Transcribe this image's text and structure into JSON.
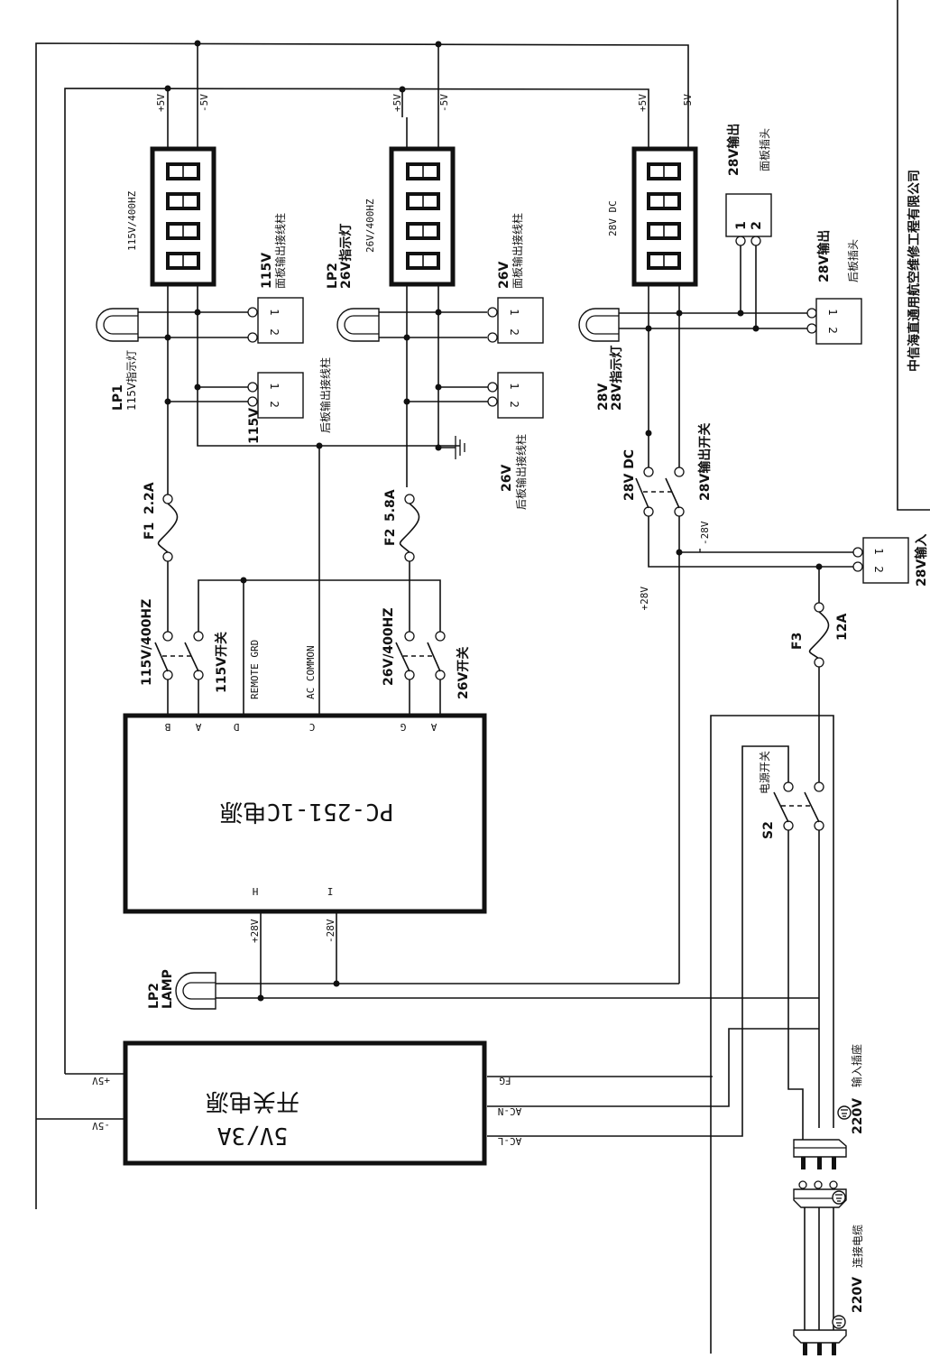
{
  "title_block": {
    "company": "中信海直通用航空维修工程有限公司"
  },
  "meters": [
    {
      "id": "meter-115v",
      "label": "115V/400HZ",
      "plus": "+5V",
      "minus": "-5V"
    },
    {
      "id": "meter-26v",
      "label": "26V/400HZ",
      "plus": "+5V",
      "minus": "-5V"
    },
    {
      "id": "meter-28v",
      "label": "28V DC",
      "plus": "+5V",
      "minus": "-5V"
    }
  ],
  "lamps": {
    "lp1": {
      "ref": "LP1",
      "desc": "115V指示灯"
    },
    "lp2_26": {
      "ref": "LP2",
      "desc": "26V指示灯"
    },
    "lp28": {
      "ref": "28V",
      "desc": "28V指示灯"
    },
    "lp2_lamp": {
      "ref": "LP2",
      "desc": "LAMP"
    }
  },
  "connectors": {
    "front_115": {
      "title": "115V",
      "desc": "面板输出接线柱",
      "pins": [
        "1",
        "2"
      ]
    },
    "rear_115": {
      "title": "115V",
      "desc": "后板输出接线柱",
      "pins": [
        "1",
        "2"
      ]
    },
    "front_26": {
      "title": "26V",
      "desc": "面板输出接线柱",
      "pins": [
        "1",
        "2"
      ]
    },
    "rear_26": {
      "title": "26V",
      "desc": "后板输出接线柱",
      "pins": [
        "1",
        "2"
      ]
    },
    "front_28": {
      "title": "28V输出",
      "desc": "面板插头",
      "pins": [
        "1",
        "2"
      ]
    },
    "rear_28": {
      "title": "28V输出",
      "desc": "后板插头",
      "pins": [
        "1",
        "2"
      ]
    },
    "input_28": {
      "title": "28V输入",
      "pins": [
        "1",
        "2"
      ]
    }
  },
  "fuses": {
    "f1": {
      "ref": "F1",
      "rating": "2.2A"
    },
    "f2": {
      "ref": "F2",
      "rating": "5.8A"
    },
    "f3": {
      "ref": "F3",
      "rating": "12A"
    }
  },
  "switches": {
    "s115": {
      "name": "115V/400HZ",
      "desc": "115V开关"
    },
    "s26": {
      "name": "26V/400HZ",
      "desc": "26V开关"
    },
    "s28": {
      "name": "28V DC",
      "desc": "28V输出开关"
    },
    "s2": {
      "ref": "S2",
      "desc": "电源开关"
    }
  },
  "pc251": {
    "title": "PC-251-1C电源",
    "pins_top": [
      "B",
      "A",
      "D",
      "C",
      "G",
      "A"
    ],
    "pin_labels": {
      "remote_grd": "REMOTE GRD",
      "ac_common": "AC COMMON"
    },
    "pins_bottom": [
      "H",
      "I"
    ],
    "out_plus": "+28V",
    "out_minus": "-28V"
  },
  "psu5v": {
    "title_line1": "开关电源",
    "title_line2": "5V/3A",
    "left_pins": [
      "+5V",
      "-5V"
    ],
    "right_pins": [
      "FG",
      "AC-N",
      "AC-L"
    ]
  },
  "net_labels": {
    "minus28": "-28V",
    "plus28": "+28V"
  },
  "plugs": {
    "inlet": {
      "voltage": "220V",
      "desc": "输入插座"
    },
    "cable": {
      "voltage": "220V",
      "desc": "连接电缆"
    }
  }
}
